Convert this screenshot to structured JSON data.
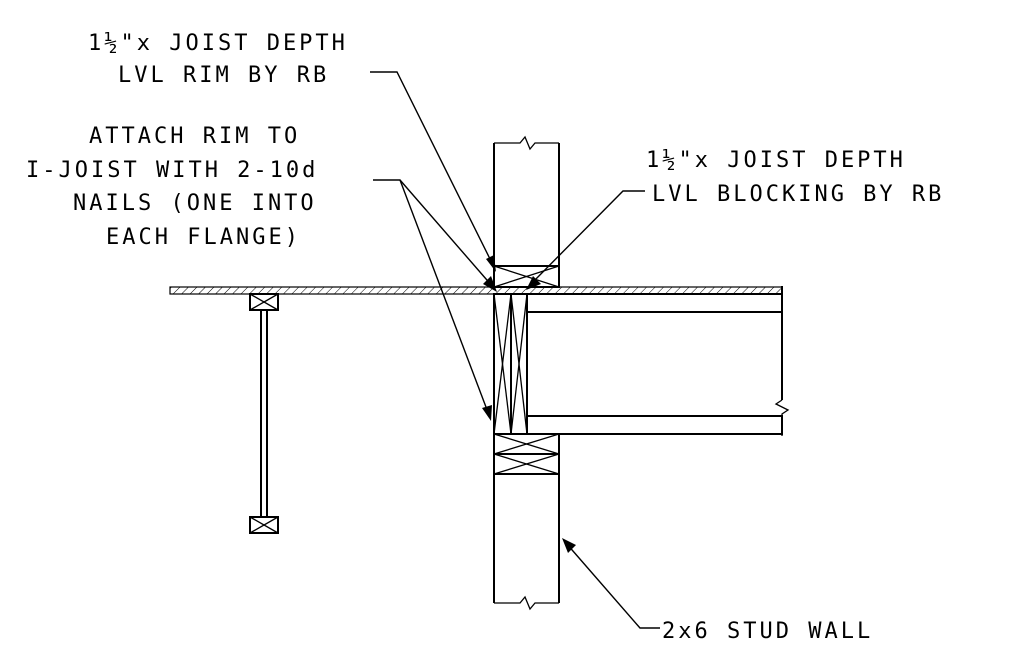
{
  "notes": {
    "rim": [
      "1½\"x JOIST DEPTH",
      "LVL RIM BY RB"
    ],
    "attach": [
      "ATTACH RIM TO",
      "I-JOIST WITH 2-10d",
      "NAILS (ONE INTO",
      "EACH FLANGE)"
    ],
    "blocking": [
      "1½\"x JOIST DEPTH",
      "LVL BLOCKING BY RB"
    ],
    "stud": [
      "2x6 STUD WALL"
    ]
  },
  "colors": {
    "line": "#000000",
    "background": "#ffffff"
  }
}
